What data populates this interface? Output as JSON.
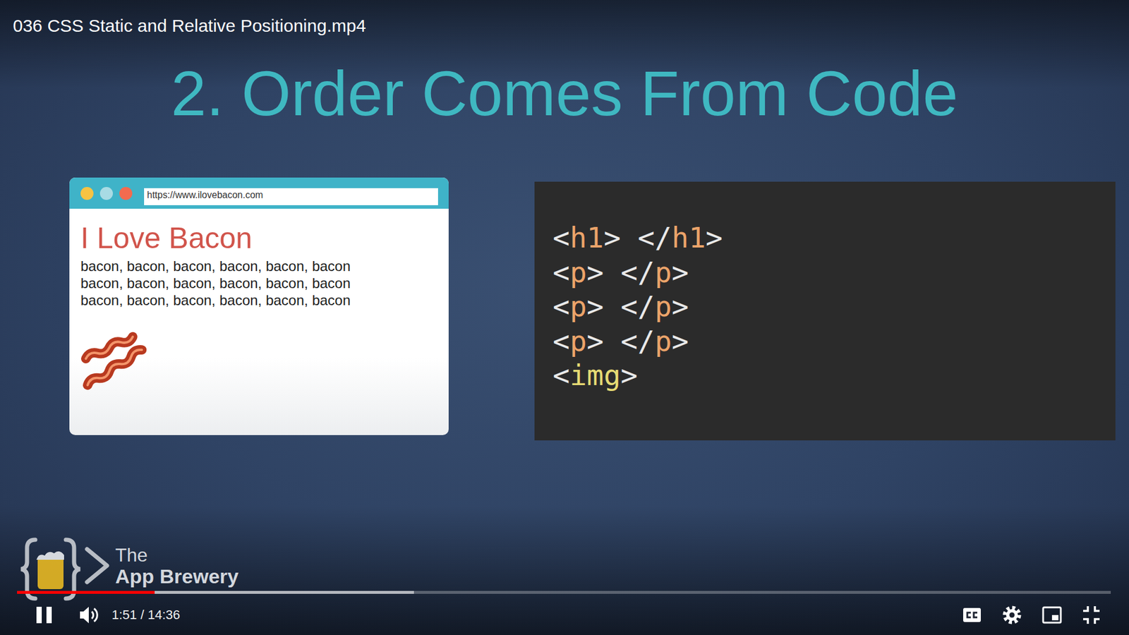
{
  "diagram": {
    "title": "2. Order Comes From Code",
    "nodes": [
      {
        "text": [
          "I Love Bacon",
          "bacon, bacon, bacon, bacon, bacon, bacon bacon, bacon, bacon, bacon, bacon, bacon bacon, bacon, bacon, bacon, bacon, bacon"
        ]
      },
      {
        "text": [
          "https://www.ilovebacon.com"
        ],
        "in": 0
      },
      {
        "text": [
          "<h1> </h1>",
          "<p> </p>",
          "<p> </p>",
          "<p> </p>",
          "<img>"
        ]
      }
    ],
    "edges": [],
    "labels": [
      "036 CSS Static and Relative Positioning.mp4",
      "The",
      "App Brewery",
      "1:51 / 14:36"
    ]
  }
}
